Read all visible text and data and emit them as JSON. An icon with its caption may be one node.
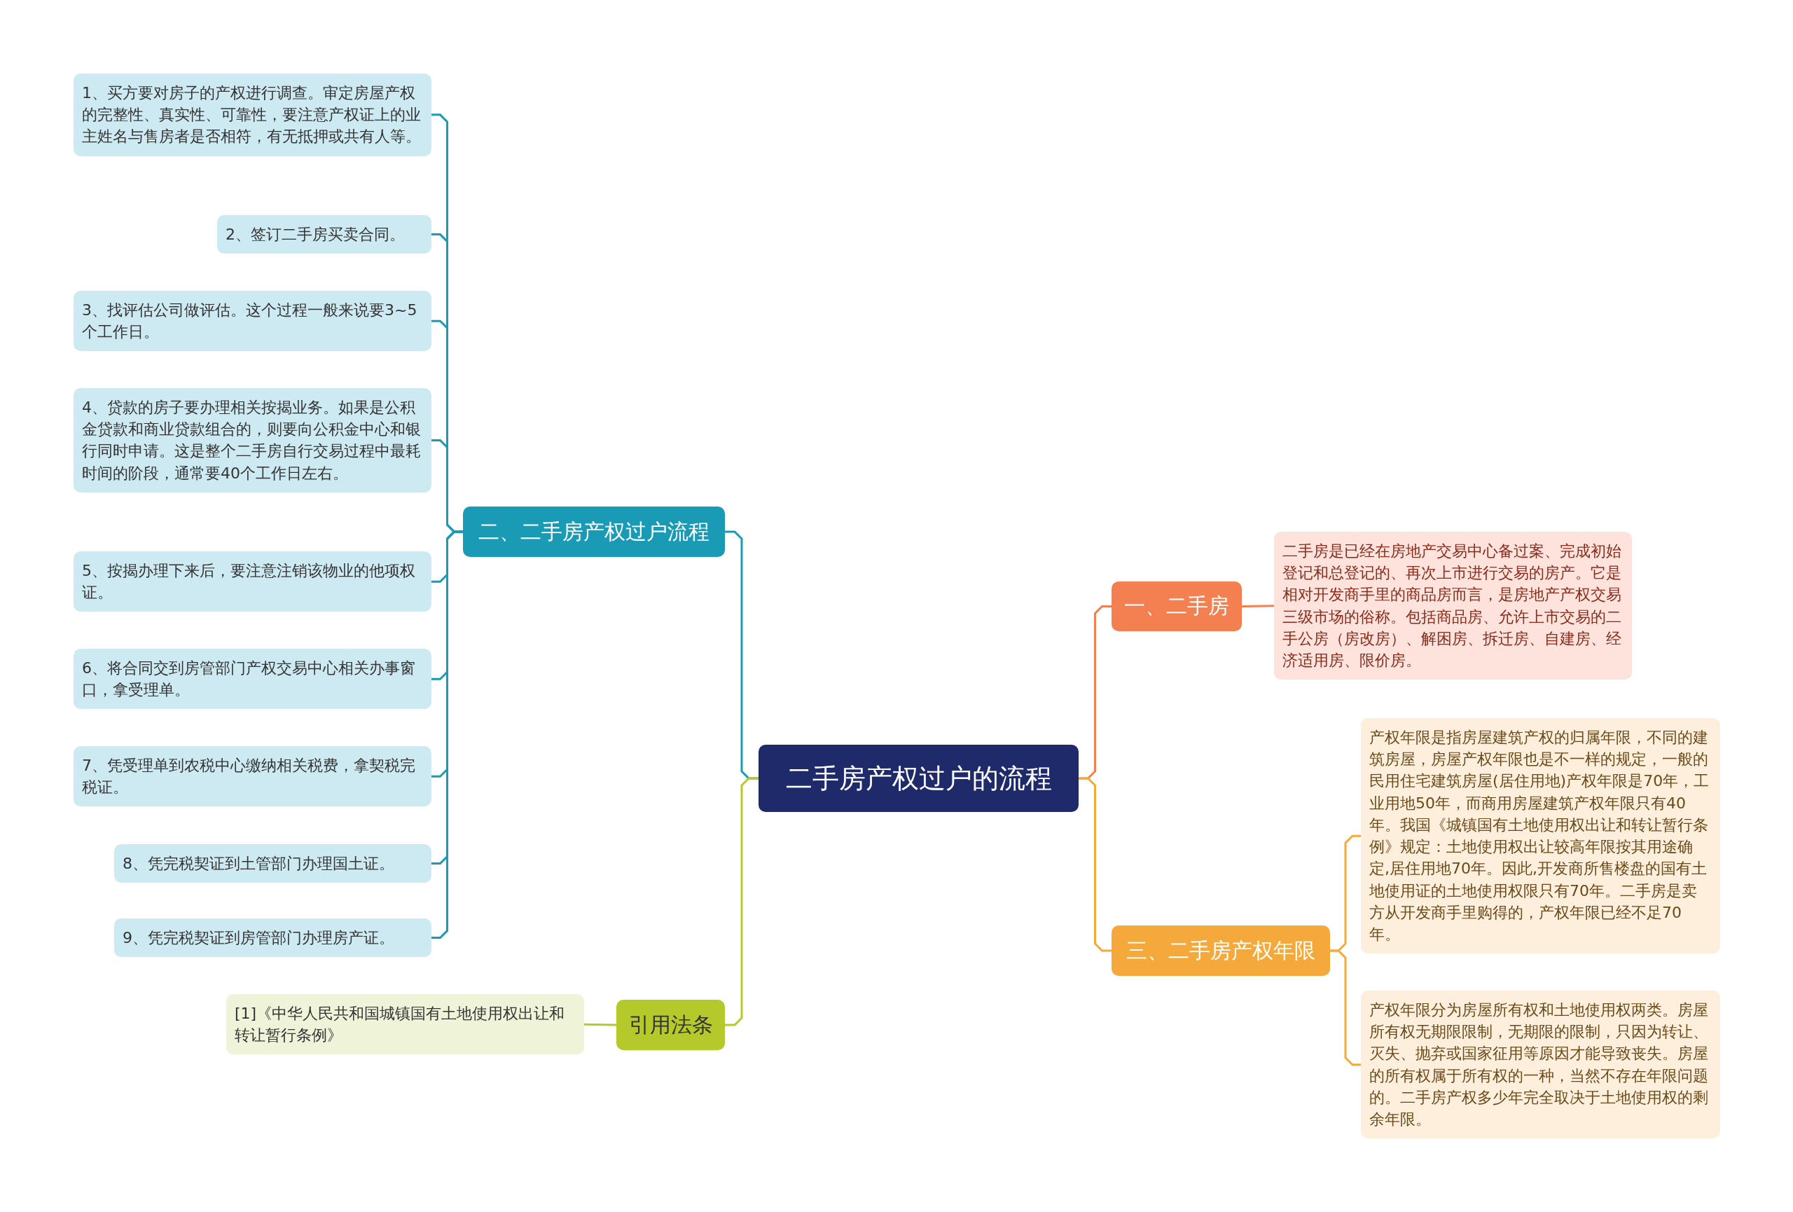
{
  "diagram": {
    "nodes": [
      {
        "text": [
          "二手房产权过户的流程"
        ]
      },
      {
        "text": [
          "二、二手房产权过户流程"
        ]
      },
      {
        "text": [
          "1、买方要对房子的产权进行调查。审定房屋产权的完整性、真实性、可靠性，要注意产权证上的业主姓名与售房者是否相符，有无抵押或共有人等。"
        ]
      },
      {
        "text": [
          "2、签订二手房买卖合同。"
        ]
      },
      {
        "text": [
          "3、找评估公司做评估。这个过程一般来说要3~5个工作日。"
        ]
      },
      {
        "text": [
          "4、贷款的房子要办理相关按揭业务。如果是公积金贷款和商业贷款组合的，则要向公积金中心和银行同时申请。这是整个二手房自行交易过程中最耗时间的阶段，通常要40个工作日左右。"
        ]
      },
      {
        "text": [
          "5、按揭办理下来后，要注意注销该物业的他项权证。"
        ]
      },
      {
        "text": [
          "6、将合同交到房管部门产权交易中心相关办事窗口，拿受理单。"
        ]
      },
      {
        "text": [
          "7、凭受理单到农税中心缴纳相关税费，拿契税完税证。"
        ]
      },
      {
        "text": [
          "8、凭完税契证到土管部门办理国土证。"
        ]
      },
      {
        "text": [
          "9、凭完税契证到房管部门办理房产证。"
        ]
      },
      {
        "text": [
          "引用法条"
        ]
      },
      {
        "text": [
          "[1]《中华人民共和国城镇国有土地使用权出让和转让暂行条例》"
        ]
      },
      {
        "text": [
          "一、二手房"
        ]
      },
      {
        "text": [
          "二手房是已经在房地产交易中心备过案、完成初始登记和总登记的、再次上市进行交易的房产。它是相对开发商手里的商品房而言，是房地产产权交易三级市场的俗称。包括商品房、允许上市交易的二手公房（房改房）、解困房、拆迁房、自建房、经济适用房、限价房。"
        ]
      },
      {
        "text": [
          "三、二手房产权年限"
        ]
      },
      {
        "text": [
          "产权年限是指房屋建筑产权的归属年限，不同的建筑房屋，房屋产权年限也是不一样的规定，一般的民用住宅建筑房屋(居住用地)产权年限是70年，工业用地50年，而商用房屋建筑产权年限只有40年。我国《城镇国有土地使用权出让和转让暂行条例》规定：土地使用权出让较高年限按其用途确定,居住用地70年。因此,开发商所售楼盘的国有土地使用证的土地使用权限只有70年。二手房是卖方从开发商手里购得的，产权年限已经不足70年。"
        ]
      },
      {
        "text": [
          "产权年限分为房屋所有权和土地使用权两类。房屋所有权无期限限制，无期限的限制，只因为转让、灭失、抛弃或国家征用等原因才能导致丧失。房屋的所有权属于所有权的一种，当然不存在年限问题的。二手房产权多少年完全取决于土地使用权的剩余年限。"
        ]
      }
    ],
    "edges": [
      {
        "from": 0,
        "to": 1,
        "arrow": "none"
      },
      {
        "from": 1,
        "to": 2,
        "arrow": "none"
      },
      {
        "from": 1,
        "to": 3,
        "arrow": "none"
      },
      {
        "from": 1,
        "to": 4,
        "arrow": "none"
      },
      {
        "from": 1,
        "to": 5,
        "arrow": "none"
      },
      {
        "from": 1,
        "to": 6,
        "arrow": "none"
      },
      {
        "from": 1,
        "to": 7,
        "arrow": "none"
      },
      {
        "from": 1,
        "to": 8,
        "arrow": "none"
      },
      {
        "from": 1,
        "to": 9,
        "arrow": "none"
      },
      {
        "from": 1,
        "to": 10,
        "arrow": "none"
      },
      {
        "from": 0,
        "to": 11,
        "arrow": "none",
        "color": "#b5c92a"
      },
      {
        "from": 11,
        "to": 12,
        "arrow": "none",
        "color": "#b5c92a"
      },
      {
        "from": 0,
        "to": 13,
        "arrow": "none",
        "color": "#f47f51"
      },
      {
        "from": 13,
        "to": 14,
        "arrow": "none",
        "color": "#f47f51"
      },
      {
        "from": 0,
        "to": 15,
        "arrow": "none",
        "color": "#f5a93a"
      },
      {
        "from": 15,
        "to": 16,
        "arrow": "none",
        "color": "#f5a93a"
      },
      {
        "from": 15,
        "to": 17,
        "arrow": "none",
        "color": "#f5a93a"
      }
    ]
  }
}
